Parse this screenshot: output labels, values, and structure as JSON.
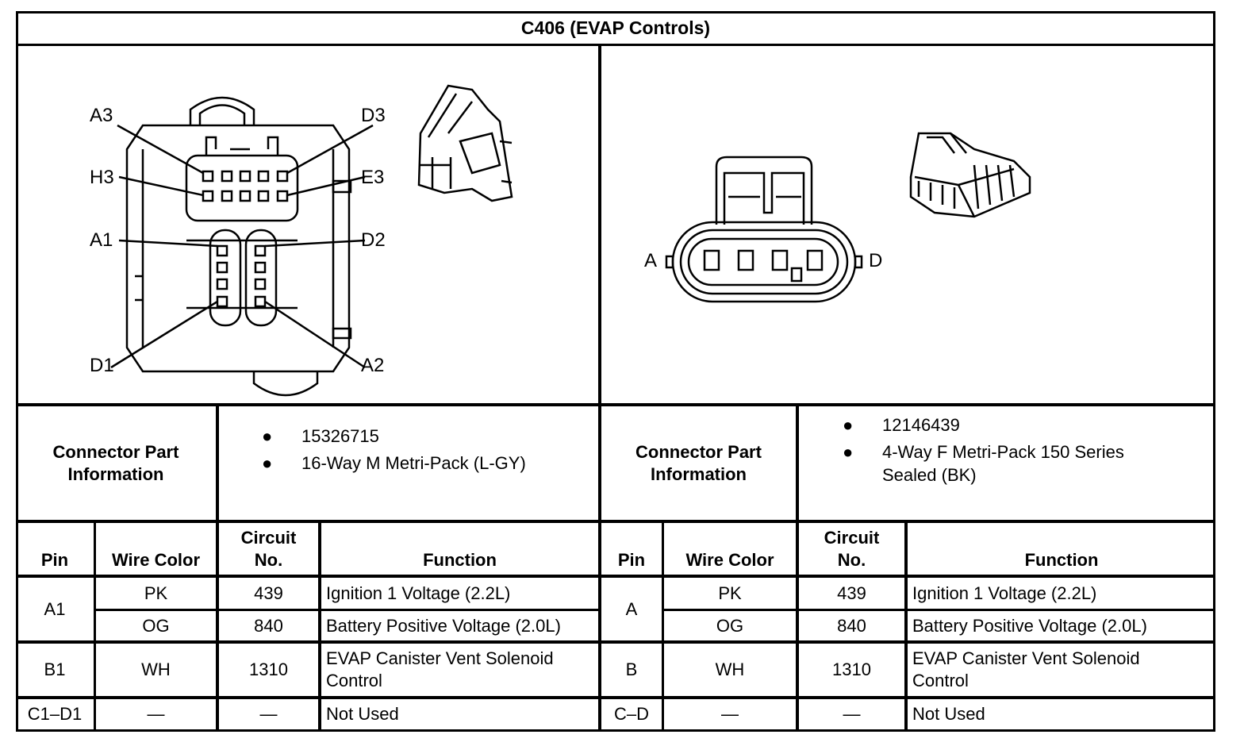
{
  "title": "C406 (EVAP Controls)",
  "left_diagram": {
    "pin_labels": [
      "A3",
      "D3",
      "H3",
      "E3",
      "A1",
      "D2",
      "D1",
      "A2"
    ]
  },
  "right_diagram": {
    "pin_labels": [
      "A",
      "D"
    ]
  },
  "left_part_info": {
    "label_line1": "Connector Part",
    "label_line2": "Information",
    "items": [
      "15326715",
      "16-Way M Metri-Pack (L-GY)"
    ]
  },
  "right_part_info": {
    "label_line1": "Connector Part",
    "label_line2": "Information",
    "items": [
      "12146439",
      "4-Way F Metri-Pack 150 Series",
      "Sealed (BK)"
    ]
  },
  "columns": {
    "pin": "Pin",
    "wire_color": "Wire Color",
    "circuit_line1": "Circuit",
    "circuit_line2": "No.",
    "function": "Function"
  },
  "left_table": {
    "rows": [
      {
        "pin": "A1",
        "wire": "PK",
        "circuit": "439",
        "function": "Ignition 1 Voltage (2.2L)"
      },
      {
        "pin": "",
        "wire": "OG",
        "circuit": "840",
        "function": "Battery Positive Voltage (2.0L)"
      },
      {
        "pin": "B1",
        "wire": "WH",
        "circuit": "1310",
        "function_line1": "EVAP Canister Vent Solenoid",
        "function_line2": "Control"
      },
      {
        "pin": "C1–D1",
        "wire": "—",
        "circuit": "—",
        "function": "Not Used"
      }
    ]
  },
  "right_table": {
    "rows": [
      {
        "pin": "A",
        "wire": "PK",
        "circuit": "439",
        "function": "Ignition 1 Voltage (2.2L)"
      },
      {
        "pin": "",
        "wire": "OG",
        "circuit": "840",
        "function": "Battery Positive Voltage (2.0L)"
      },
      {
        "pin": "B",
        "wire": "WH",
        "circuit": "1310",
        "function_line1": "EVAP Canister Vent Solenoid",
        "function_line2": "Control"
      },
      {
        "pin": "C–D",
        "wire": "—",
        "circuit": "—",
        "function": "Not Used"
      }
    ]
  }
}
